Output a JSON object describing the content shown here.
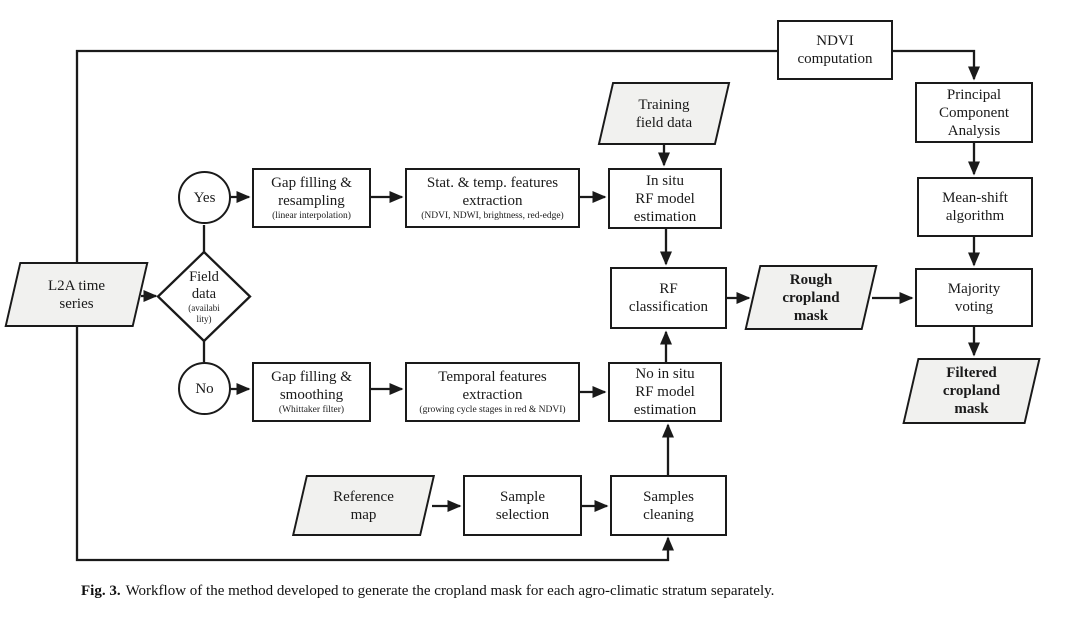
{
  "figure": {
    "caption_label": "Fig. 3.",
    "caption_text": "Workflow of the method developed to generate the cropland mask for each agro-climatic stratum separately."
  },
  "colors": {
    "io_fill": "#f1f1ef",
    "line": "#1a1a1a",
    "process_fill": "#ffffff"
  },
  "nodes": {
    "l2a": {
      "label": "L2A time\nseries"
    },
    "field_data": {
      "label": "Field\ndata",
      "sub": "(availabi\nlity)"
    },
    "yes": {
      "label": "Yes"
    },
    "no": {
      "label": "No"
    },
    "gap_resampling": {
      "label": "Gap filling &\nresampling",
      "sub": "(linear interpolation)"
    },
    "stat_temp_features": {
      "label": "Stat. & temp. features\nextraction",
      "sub": "(NDVI, NDWI, brightness, red-edge)"
    },
    "in_situ_rf": {
      "label": "In situ\nRF model\nestimation"
    },
    "training_field_data": {
      "label": "Training\nfield data"
    },
    "ndvi_computation": {
      "label": "NDVI\ncomputation"
    },
    "pca": {
      "label": "Principal\nComponent\nAnalysis"
    },
    "mean_shift": {
      "label": "Mean-shift\nalgorithm"
    },
    "rf_classification": {
      "label": "RF\nclassification"
    },
    "rough_mask": {
      "label": "Rough\ncropland\nmask"
    },
    "majority_voting": {
      "label": "Majority\nvoting"
    },
    "filtered_mask": {
      "label": "Filtered\ncropland\nmask"
    },
    "gap_smoothing": {
      "label": "Gap filling &\nsmoothing",
      "sub": "(Whittaker filter)"
    },
    "temporal_features": {
      "label": "Temporal features\nextraction",
      "sub": "(growing cycle stages in red & NDVI)"
    },
    "no_in_situ_rf": {
      "label": "No in situ\nRF model\nestimation"
    },
    "reference_map": {
      "label": "Reference\nmap"
    },
    "sample_selection": {
      "label": "Sample\nselection"
    },
    "samples_cleaning": {
      "label": "Samples\ncleaning"
    }
  }
}
